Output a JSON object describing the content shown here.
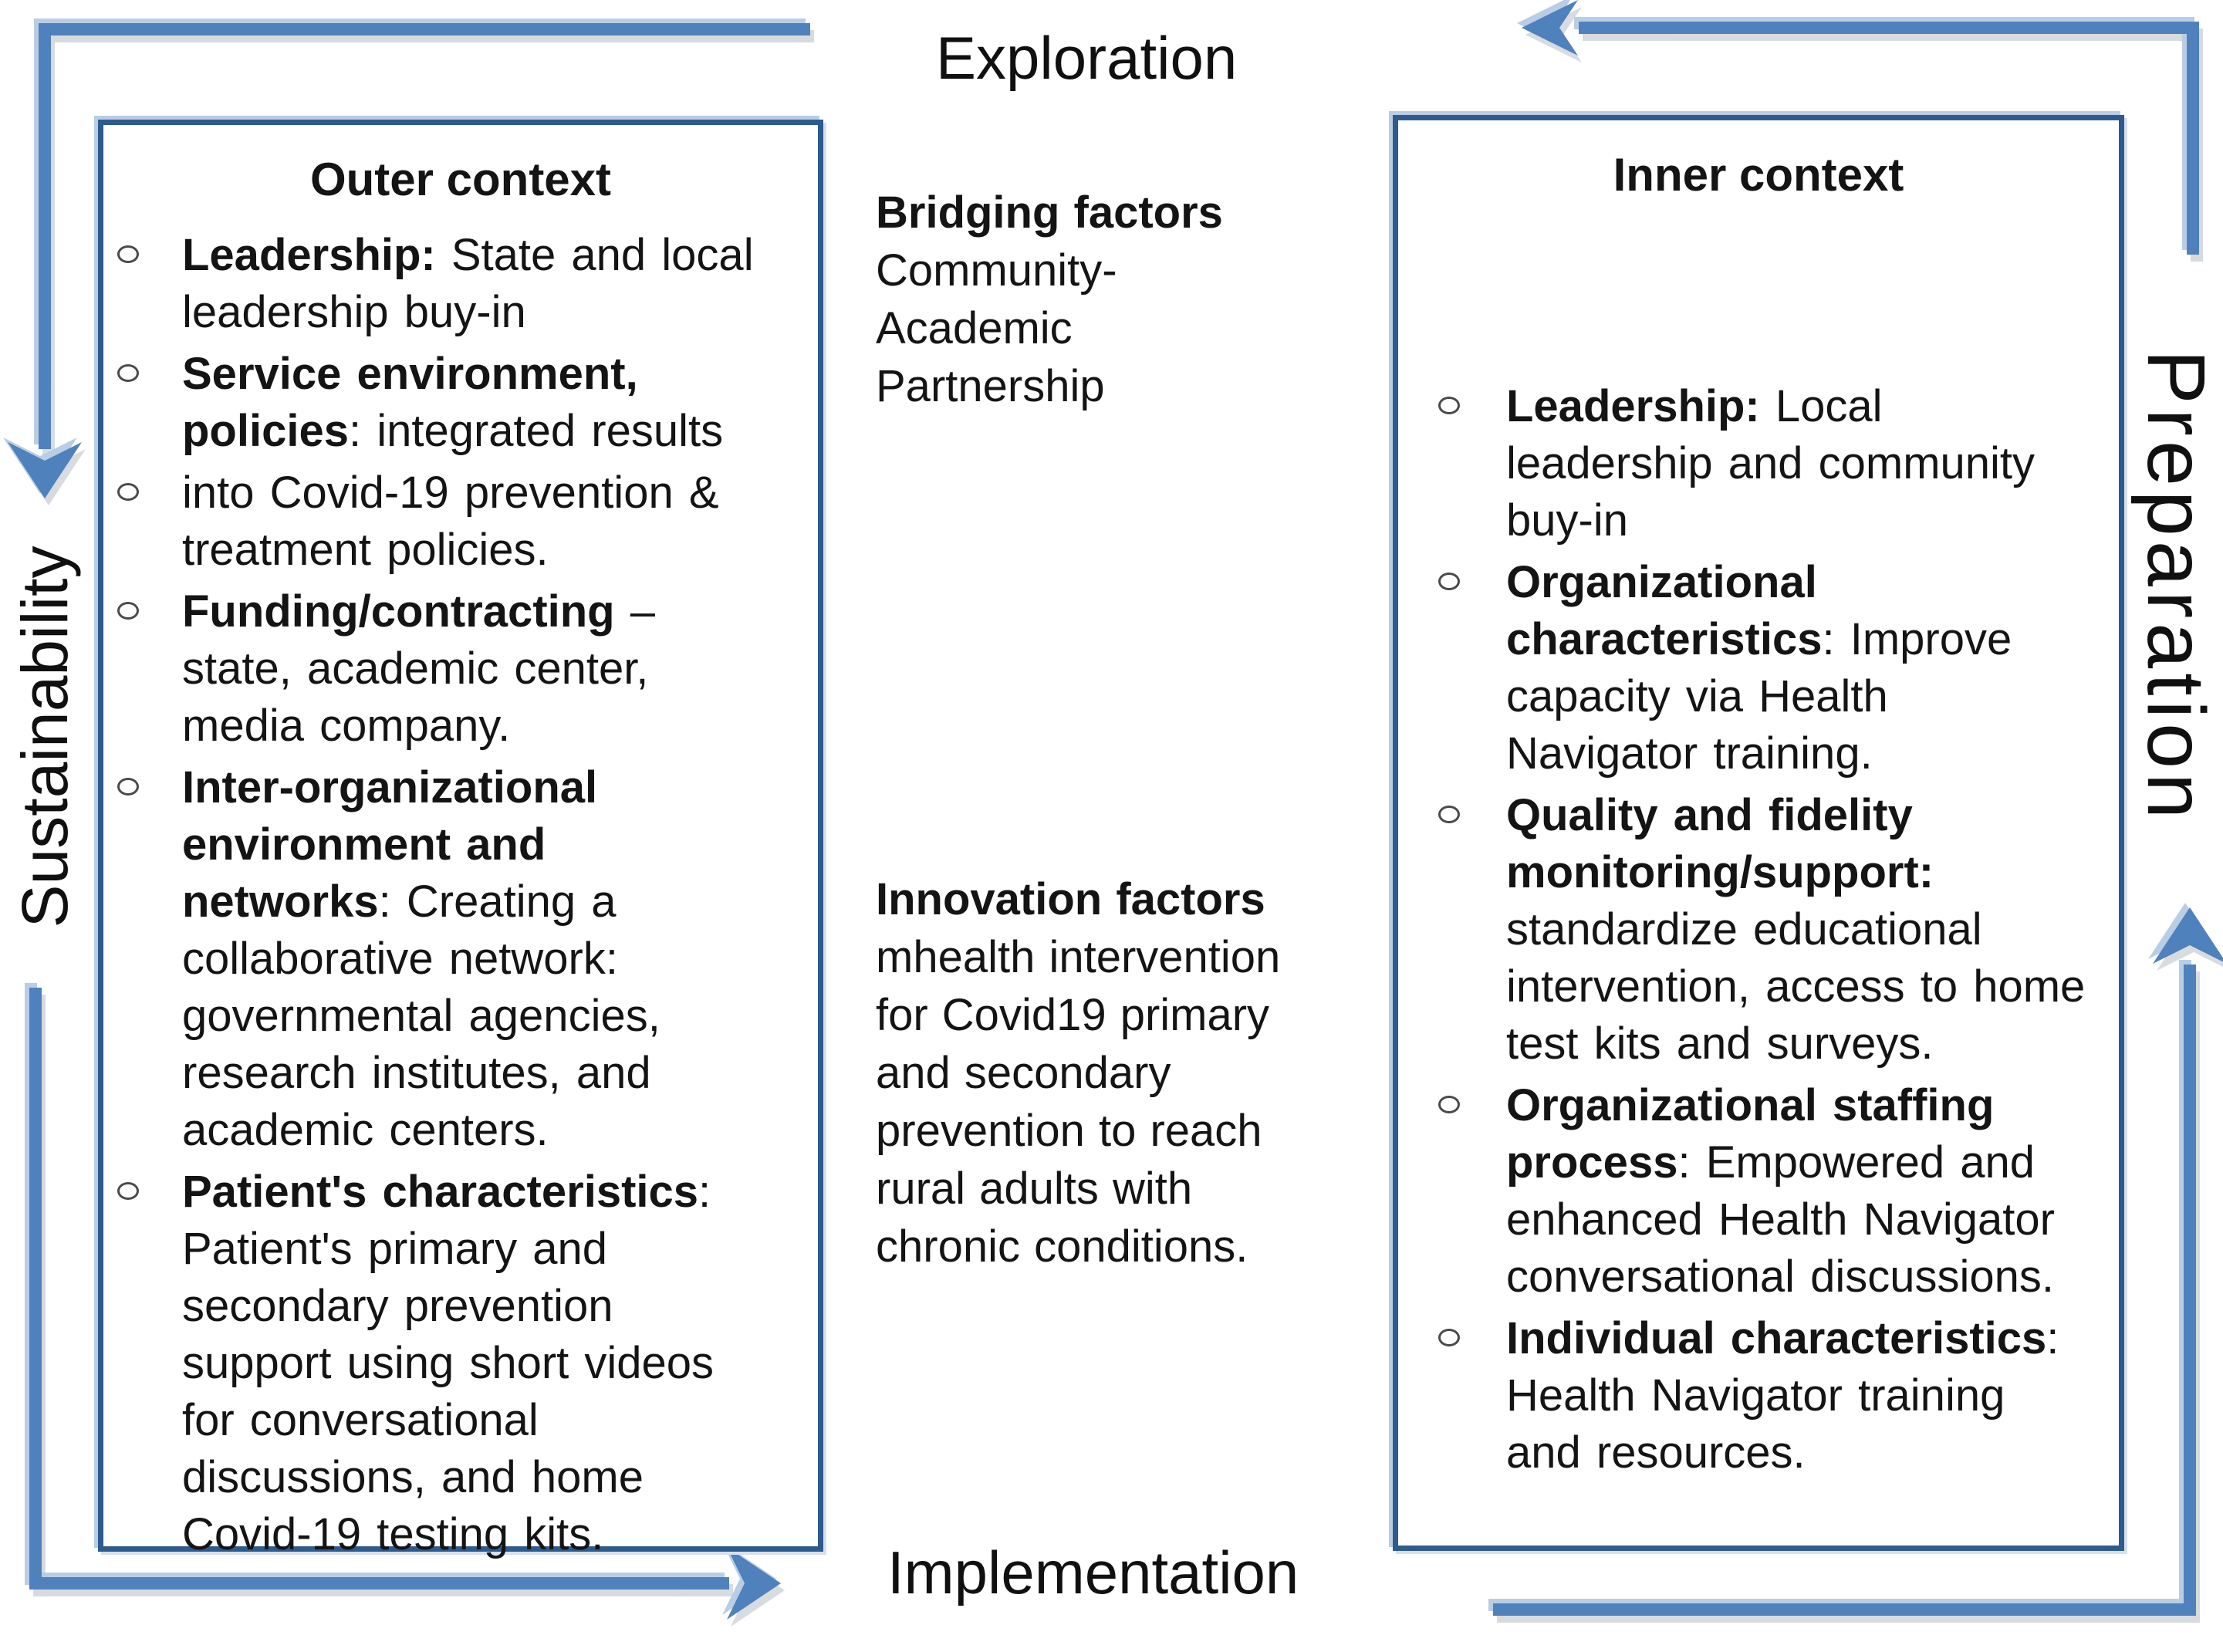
{
  "labels": {
    "exploration": "Exploration",
    "preparation": "Preparation",
    "implementation": "Implementation",
    "sustainability": "Sustainability"
  },
  "outer_box": {
    "title": "Outer context",
    "items": [
      {
        "lines": [
          [
            {
              "b": "Leadership:"
            },
            {
              "t": " State and local"
            }
          ],
          [
            {
              "t": "leadership buy-in"
            }
          ]
        ]
      },
      {
        "lines": [
          [
            {
              "b": "Service environment,"
            }
          ],
          [
            {
              "b": "policies"
            },
            {
              "t": ": integrated results"
            }
          ]
        ]
      },
      {
        "lines": [
          [
            {
              "t": "into Covid-19 prevention &"
            }
          ],
          [
            {
              "t": "treatment policies."
            }
          ]
        ]
      },
      {
        "lines": [
          [
            {
              "b": "Funding/contracting"
            },
            {
              "t": " –"
            }
          ],
          [
            {
              "t": "state, academic center,"
            }
          ],
          [
            {
              "t": "media company."
            }
          ]
        ]
      },
      {
        "lines": [
          [
            {
              "b": "Inter-organizational"
            }
          ],
          [
            {
              "b": "environment and"
            }
          ],
          [
            {
              "b": "networks"
            },
            {
              "t": ": Creating a"
            }
          ],
          [
            {
              "t": "collaborative network:"
            }
          ],
          [
            {
              "t": "governmental agencies,"
            }
          ],
          [
            {
              "t": "research institutes, and"
            }
          ],
          [
            {
              "t": "academic centers."
            }
          ]
        ]
      },
      {
        "lines": [
          [
            {
              "b": "Patient's characteristics"
            },
            {
              "t": ":"
            }
          ],
          [
            {
              "t": "Patient's primary and"
            }
          ],
          [
            {
              "t": "secondary prevention"
            }
          ],
          [
            {
              "t": "support using short videos"
            }
          ],
          [
            {
              "t": "for conversational"
            }
          ],
          [
            {
              "t": "discussions, and home"
            }
          ],
          [
            {
              "t": "Covid-19 testing kits."
            }
          ]
        ]
      }
    ]
  },
  "inner_box": {
    "title": "Inner context",
    "items": [
      {
        "lines": [
          [
            {
              "b": "Leadership:"
            },
            {
              "t": " Local"
            }
          ],
          [
            {
              "t": "leadership and community"
            }
          ],
          [
            {
              "t": "buy-in"
            }
          ]
        ]
      },
      {
        "lines": [
          [
            {
              "b": "Organizational"
            }
          ],
          [
            {
              "b": "characteristics"
            },
            {
              "t": ": Improve"
            }
          ],
          [
            {
              "t": "capacity via Health"
            }
          ],
          [
            {
              "t": "Navigator training."
            }
          ]
        ]
      },
      {
        "lines": [
          [
            {
              "b": "Quality and fidelity"
            }
          ],
          [
            {
              "b": "monitoring/support:"
            }
          ],
          [
            {
              "t": "standardize educational"
            }
          ],
          [
            {
              "t": "intervention, access to home"
            }
          ],
          [
            {
              "t": "test kits and surveys."
            }
          ]
        ]
      },
      {
        "lines": [
          [
            {
              "b": "Organizational staffing"
            }
          ],
          [
            {
              "b": "process"
            },
            {
              "t": ": Empowered and"
            }
          ],
          [
            {
              "t": "enhanced Health Navigator"
            }
          ],
          [
            {
              "t": "conversational discussions."
            }
          ]
        ]
      },
      {
        "lines": [
          [
            {
              "b": "Individual characteristics"
            },
            {
              "t": ":"
            }
          ],
          [
            {
              "t": "Health Navigator training"
            }
          ],
          [
            {
              "t": "and resources."
            }
          ]
        ]
      }
    ]
  },
  "bridging": {
    "title": "Bridging factors",
    "lines": [
      "Community-",
      "Academic",
      "Partnership"
    ]
  },
  "innovation": {
    "title": "Innovation factors",
    "lines": [
      "mhealth intervention",
      "for Covid19 primary",
      "and secondary",
      "prevention to reach",
      "rural adults with",
      "chronic conditions."
    ]
  },
  "colors": {
    "arrow_blue": "#4f81bd",
    "arrow_highlight": "#b9cde5",
    "box_border_blue": "#2d5b8e",
    "text_black": "#141414",
    "bullet_gray": "#4a4a4a"
  }
}
